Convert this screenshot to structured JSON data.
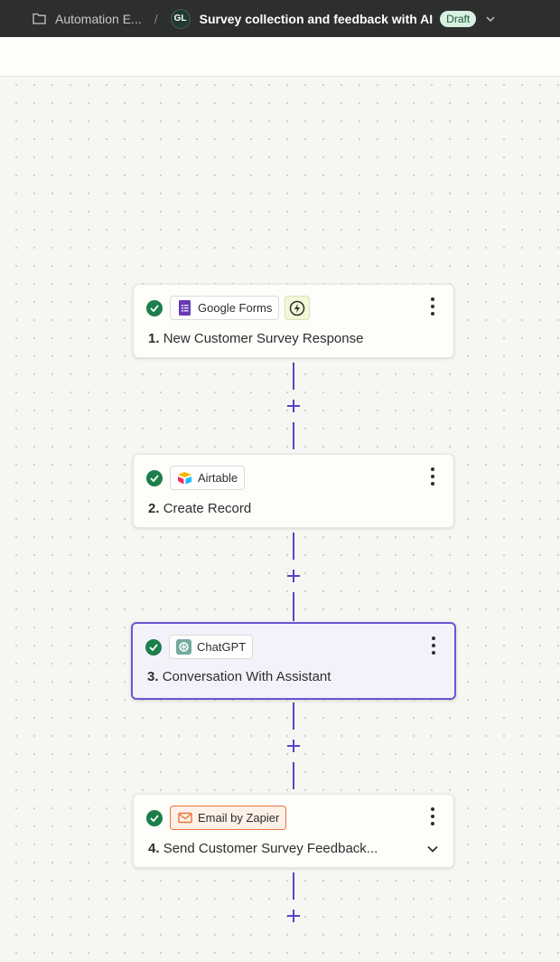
{
  "header": {
    "breadcrumb": "Automation E...",
    "separator": "/",
    "avatar_initials": "GL",
    "zap_title": "Survey collection and feedback with AI",
    "status_badge": "Draft"
  },
  "colors": {
    "accent": "#6a57cf",
    "connector": "#5945c4",
    "success": "#1c7f4b",
    "topbar": "#2d2e2e"
  },
  "steps": [
    {
      "number": "1.",
      "title": "New Customer Survey Response",
      "app": "Google Forms",
      "icon": "google-forms-icon",
      "is_trigger": true,
      "status": "complete"
    },
    {
      "number": "2.",
      "title": "Create Record",
      "app": "Airtable",
      "icon": "airtable-icon",
      "status": "complete"
    },
    {
      "number": "3.",
      "title": "Conversation With Assistant",
      "app": "ChatGPT",
      "icon": "chatgpt-icon",
      "status": "complete",
      "selected": true
    },
    {
      "number": "4.",
      "title": "Send Customer Survey Feedback...",
      "app": "Email by Zapier",
      "icon": "email-icon",
      "status": "complete",
      "expandable": true
    }
  ]
}
